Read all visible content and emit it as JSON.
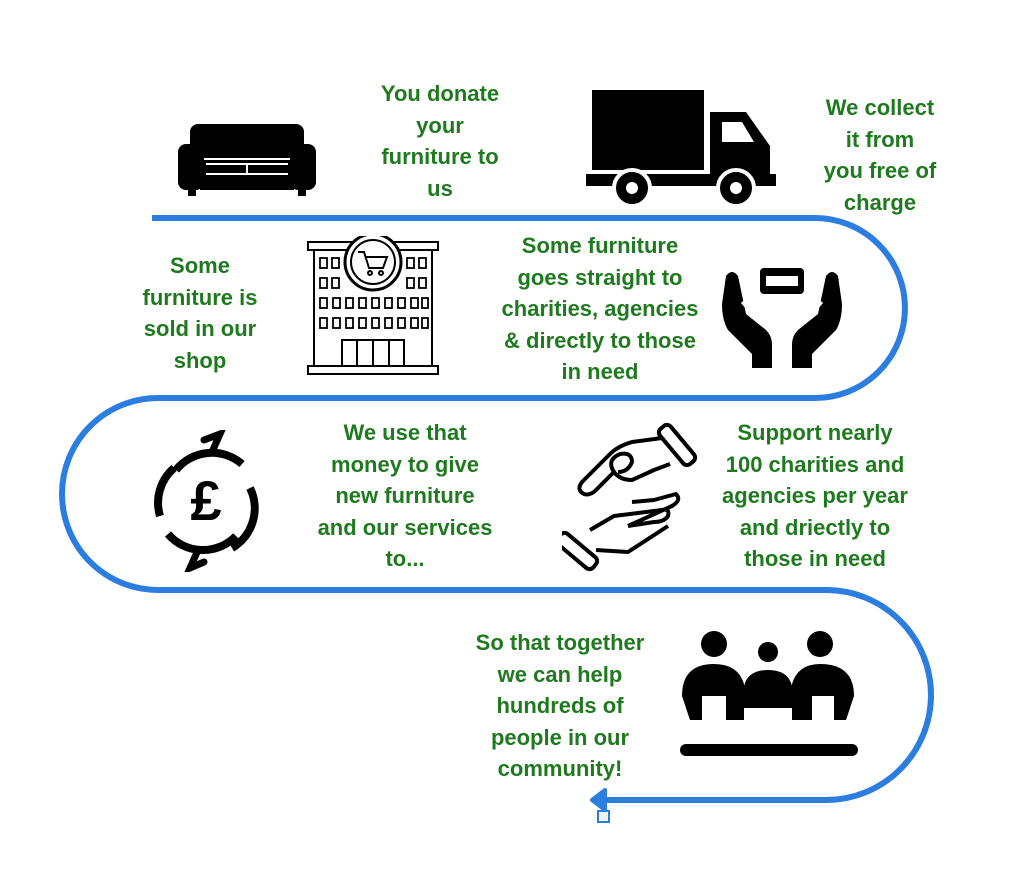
{
  "steps": [
    {
      "lines": [
        "You donate",
        "your",
        "furniture to",
        "us"
      ],
      "icon": "sofa-icon"
    },
    {
      "lines": [
        "We collect",
        "it from",
        "you free of",
        "charge"
      ],
      "icon": "truck-icon"
    },
    {
      "lines": [
        "Some furniture",
        "goes straight to",
        "charities, agencies",
        "& directly to those",
        "in need"
      ],
      "icon": "hands-holding-sofa-icon"
    },
    {
      "lines": [
        "Some",
        "furniture is",
        "sold in our",
        "shop"
      ],
      "icon": "shop-building-icon"
    },
    {
      "lines": [
        "We use that",
        "money to give",
        "new furniture",
        "and our services",
        "to..."
      ],
      "icon": "pound-cycle-icon"
    },
    {
      "lines": [
        "Support nearly",
        "100 charities and",
        "agencies per year",
        "and driectly to",
        "those in need"
      ],
      "icon": "giving-hands-icon"
    },
    {
      "lines": [
        "So that together",
        "we can help",
        "hundreds of",
        "people in our",
        "community!"
      ],
      "icon": "community-people-icon"
    }
  ],
  "colors": {
    "text": "#1f7a1f",
    "path": "#2b7de0",
    "icon": "#000000"
  }
}
